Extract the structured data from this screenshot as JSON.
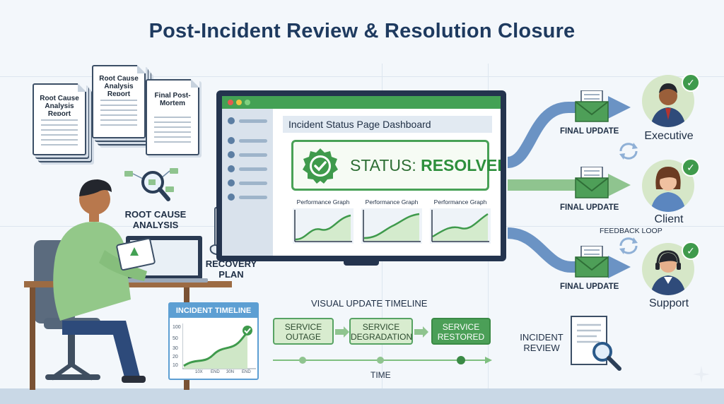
{
  "title": "Post-Incident Review & Resolution Closure",
  "documents": {
    "doc_left": "Root Cause Analysis Report",
    "doc_middle": "Root Cause Analysis Report",
    "doc_right": "Final Post-Mortem"
  },
  "root_cause_label": "ROOT CAUSE ANALYSIS",
  "recovery_plan_label": "RECOVERY PLAN",
  "dashboard": {
    "header": "Incident Status Page Dashboard",
    "status_prefix": "STATUS:",
    "status_value": "RESOLVED",
    "graph_labels": [
      "Performance Graph",
      "Performance Graph",
      "Performance Graph"
    ]
  },
  "recipients": [
    {
      "name": "Executive",
      "update": "FINAL UPDATE"
    },
    {
      "name": "Client",
      "update": "FINAL UPDATE"
    },
    {
      "name": "Support",
      "update": "FINAL UPDATE"
    }
  ],
  "feedback_loop": "FEEDBACK LOOP",
  "incident_timeline": {
    "title": "INCIDENT TIMELINE",
    "y_ticks": [
      "100",
      "50",
      "30",
      "20",
      "10"
    ],
    "x_ticks": [
      "10X",
      "END",
      "30N",
      "END"
    ]
  },
  "visual_timeline": {
    "title": "VISUAL UPDATE TIMELINE",
    "stages": [
      "SERVICE OUTAGE",
      "SERVICE DEGRADATION",
      "SERVICE RESTORED"
    ],
    "axis_label": "TIME"
  },
  "incident_review_label": "INCIDENT REVIEW",
  "colors": {
    "primary_green": "#43a154",
    "navy": "#24344e",
    "arrow_blue": "#6b93c4",
    "title_navy": "#1e3a5f"
  }
}
